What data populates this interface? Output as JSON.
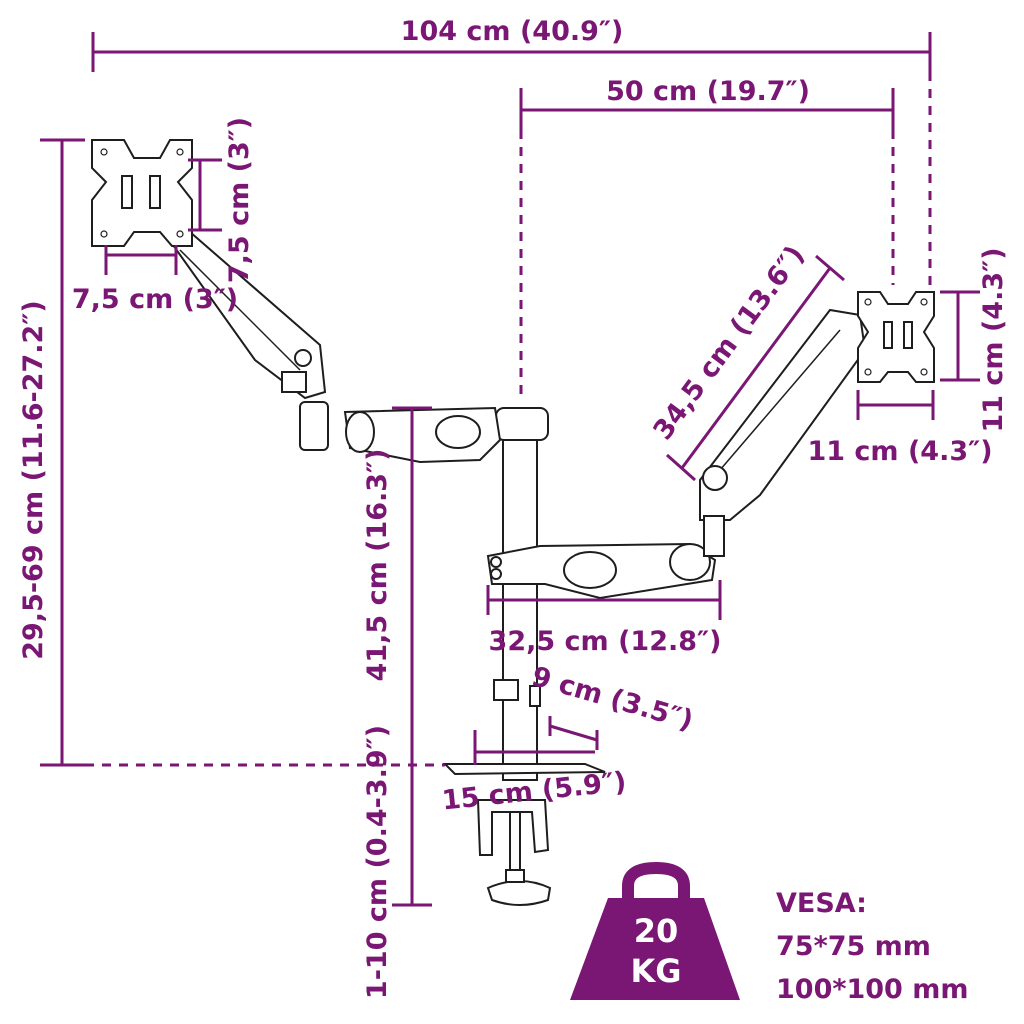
{
  "dimensions": {
    "overall_width": "104 cm (40.9″)",
    "reach_right": "50 cm (19.7″)",
    "left_plate_height": "7,5 cm (3″)",
    "left_plate_width": "7,5 cm (3″)",
    "total_height": "29,5-69 cm (11.6-27.2″)",
    "pole_height": "41,5 cm (16.3″)",
    "upper_arm": "34,5 cm (13.6″)",
    "right_plate_height": "11 cm (4.3″)",
    "right_plate_width": "11 cm (4.3″)",
    "lower_arm": "32,5 cm (12.8″)",
    "base_depth": "9 cm (3.5″)",
    "base_width": "15 cm (5.9″)",
    "clamp_range": "1-10 cm (0.4-3.9″)"
  },
  "weight": {
    "value": "20",
    "unit": "KG",
    "color": "#7a1673"
  },
  "vesa": {
    "title": "VESA:",
    "sizes": [
      "75*75 mm",
      "100*100 mm"
    ]
  },
  "colors": {
    "accent": "#7a1673",
    "line": "#1e1e1e"
  }
}
